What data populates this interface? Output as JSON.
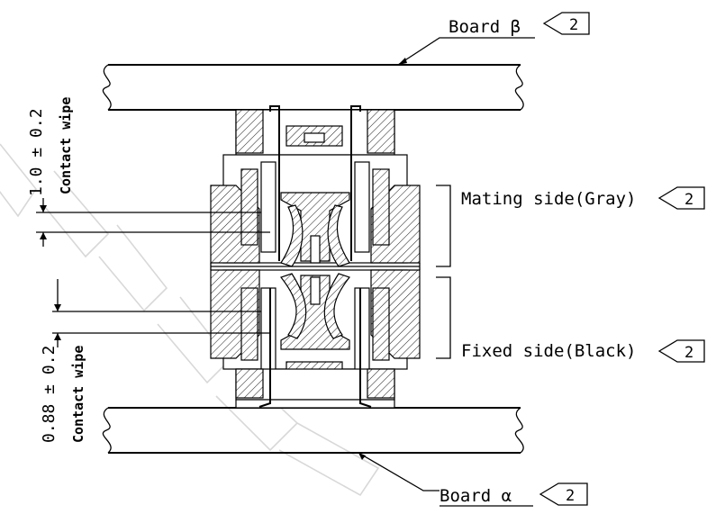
{
  "labels": {
    "board_beta": "Board β",
    "board_alpha": "Board α",
    "mating_side": "Mating side(Gray)",
    "fixed_side": "Fixed side(Black)",
    "wipe_top_value": "1.0 ± 0.2",
    "wipe_top_caption": "Contact wipe",
    "wipe_bottom_value": "0.88 ± 0.2",
    "wipe_bottom_caption": "Contact wipe",
    "note_number": "2"
  },
  "watermark": "REFERENCE"
}
